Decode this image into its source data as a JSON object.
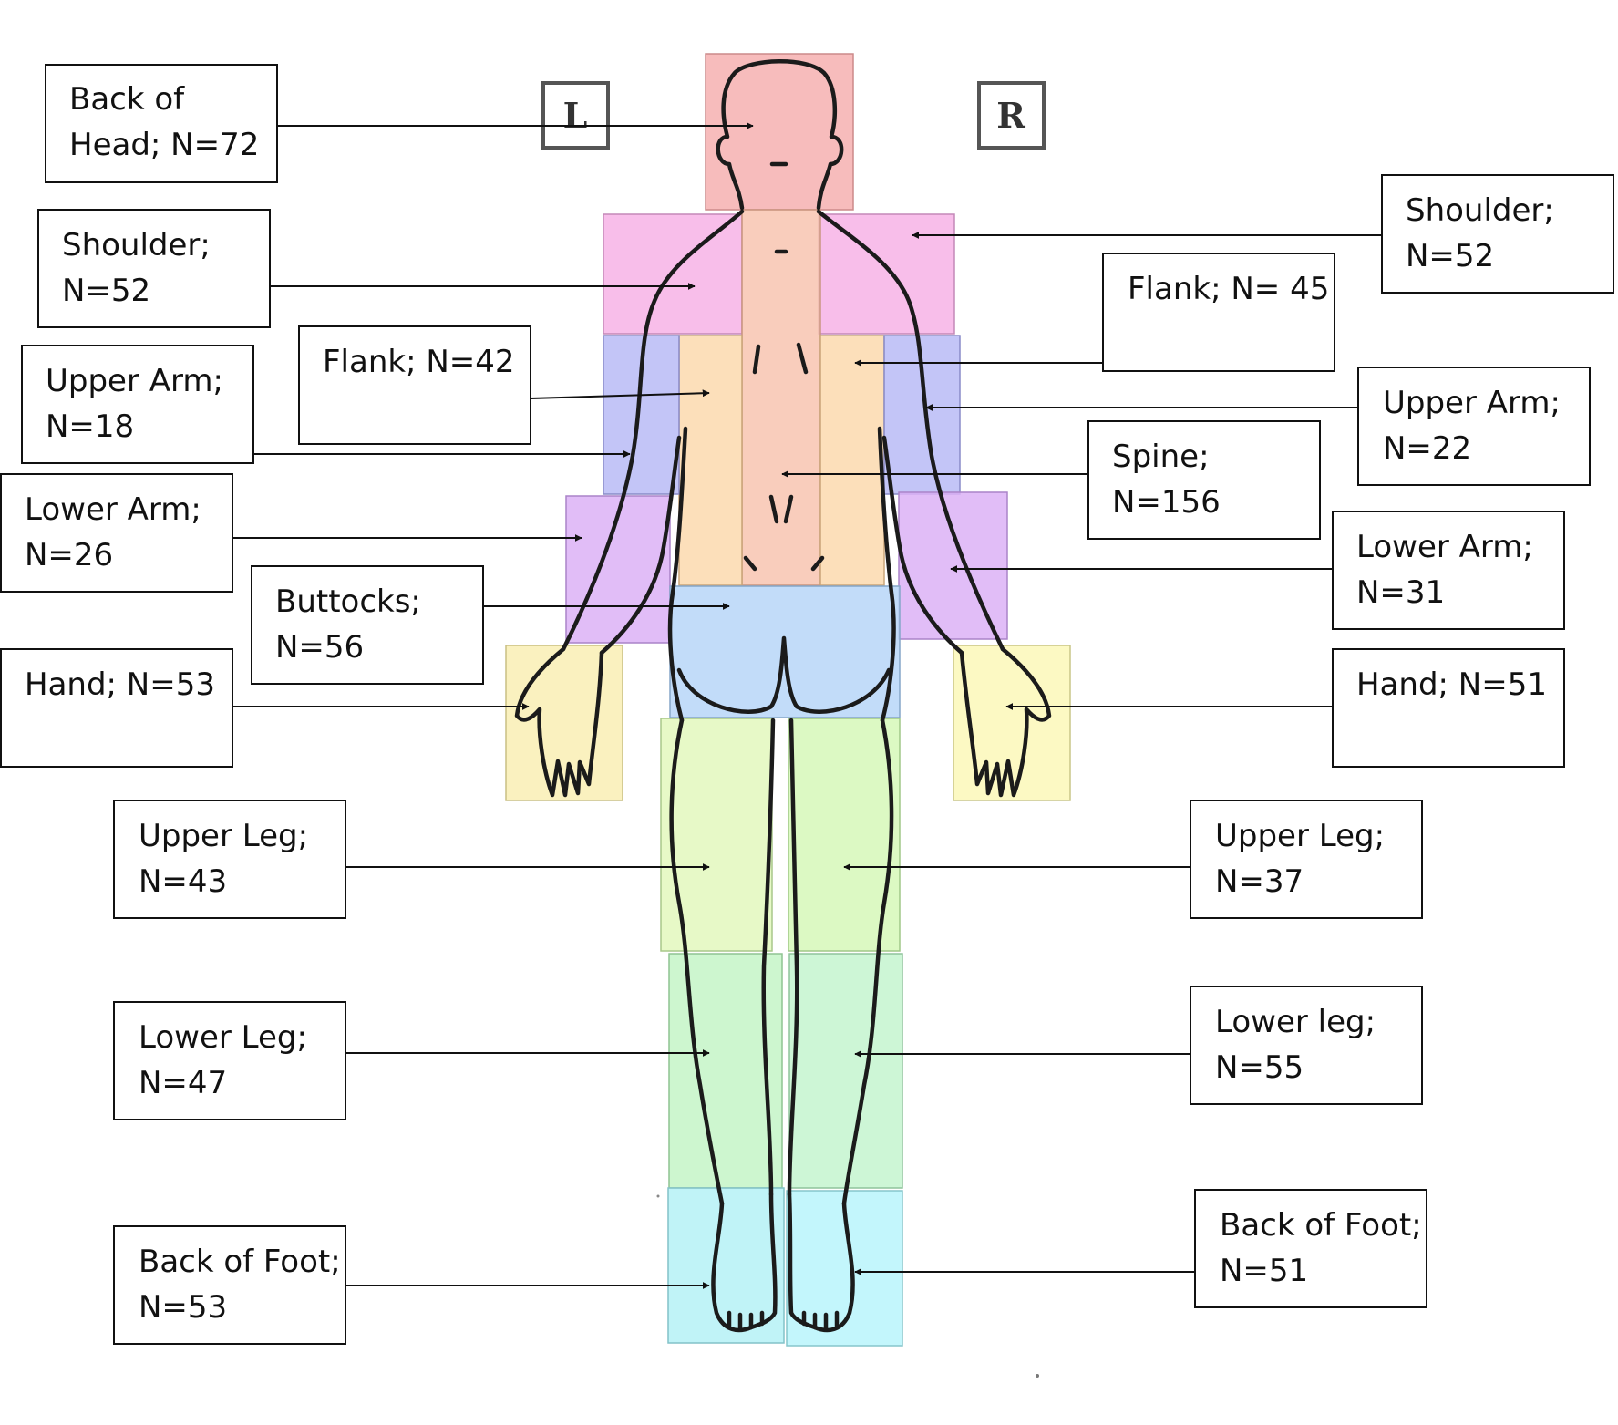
{
  "side_markers": {
    "left": "L",
    "right": "R"
  },
  "regions": [
    {
      "id": "back-of-head",
      "color": "#f6b0b0"
    },
    {
      "id": "shoulder-left",
      "color": "#f7b3e6"
    },
    {
      "id": "shoulder-right",
      "color": "#f7b3e6"
    },
    {
      "id": "spine",
      "color": "#f8c4b0"
    },
    {
      "id": "flank-left",
      "color": "#fbd9ae"
    },
    {
      "id": "flank-right",
      "color": "#fbd9ae"
    },
    {
      "id": "upper-arm-left",
      "color": "#b9bbf6"
    },
    {
      "id": "upper-arm-right",
      "color": "#b9bbf6"
    },
    {
      "id": "lower-arm-left",
      "color": "#dcb2f6"
    },
    {
      "id": "lower-arm-right",
      "color": "#dcb2f6"
    },
    {
      "id": "buttocks",
      "color": "#b7d6f8"
    },
    {
      "id": "hand-left",
      "color": "#f9efb4"
    },
    {
      "id": "hand-right",
      "color": "#fbf8b8"
    },
    {
      "id": "upper-leg-left",
      "color": "#e3f8bd"
    },
    {
      "id": "upper-leg-right",
      "color": "#d6f8b8"
    },
    {
      "id": "lower-leg-left",
      "color": "#c4f4c7"
    },
    {
      "id": "lower-leg-right",
      "color": "#c4f4cf"
    },
    {
      "id": "foot-left",
      "color": "#b5f1f6"
    },
    {
      "id": "foot-right",
      "color": "#b8f4fb"
    }
  ],
  "labels": {
    "back_of_head": {
      "lines": [
        "Back of",
        "Head; N=72"
      ]
    },
    "shoulder_left": {
      "lines": [
        "Shoulder;",
        "N=52"
      ]
    },
    "flank_left": {
      "lines": [
        "Flank; N=42",
        ""
      ]
    },
    "upper_arm_left": {
      "lines": [
        "Upper Arm;",
        "N=18"
      ]
    },
    "lower_arm_left": {
      "lines": [
        "Lower Arm;",
        "N=26"
      ]
    },
    "buttocks": {
      "lines": [
        "Buttocks;",
        "N=56"
      ]
    },
    "hand_left": {
      "lines": [
        "Hand; N=53",
        ""
      ]
    },
    "upper_leg_left": {
      "lines": [
        "Upper Leg;",
        "N=43"
      ]
    },
    "lower_leg_left": {
      "lines": [
        "Lower Leg;",
        "N=47"
      ]
    },
    "back_of_foot_left": {
      "lines": [
        "Back of Foot;",
        "N=53"
      ]
    },
    "shoulder_right": {
      "lines": [
        "Shoulder;",
        "N=52"
      ]
    },
    "flank_right": {
      "lines": [
        "Flank; N= 45",
        ""
      ]
    },
    "upper_arm_right": {
      "lines": [
        "Upper Arm;",
        "N=22"
      ]
    },
    "spine": {
      "lines": [
        "Spine;",
        "N=156"
      ]
    },
    "lower_arm_right": {
      "lines": [
        "Lower Arm;",
        "N=31"
      ]
    },
    "hand_right": {
      "lines": [
        "Hand; N=51",
        ""
      ]
    },
    "upper_leg_right": {
      "lines": [
        "Upper Leg;",
        "N=37"
      ]
    },
    "lower_leg_right": {
      "lines": [
        "Lower leg;",
        "N=55"
      ]
    },
    "back_of_foot_right": {
      "lines": [
        "Back of Foot;",
        "N=51"
      ]
    }
  },
  "colors": {
    "outline": "#1b1b1b",
    "box_border": "#111111",
    "arrow": "#111111"
  }
}
